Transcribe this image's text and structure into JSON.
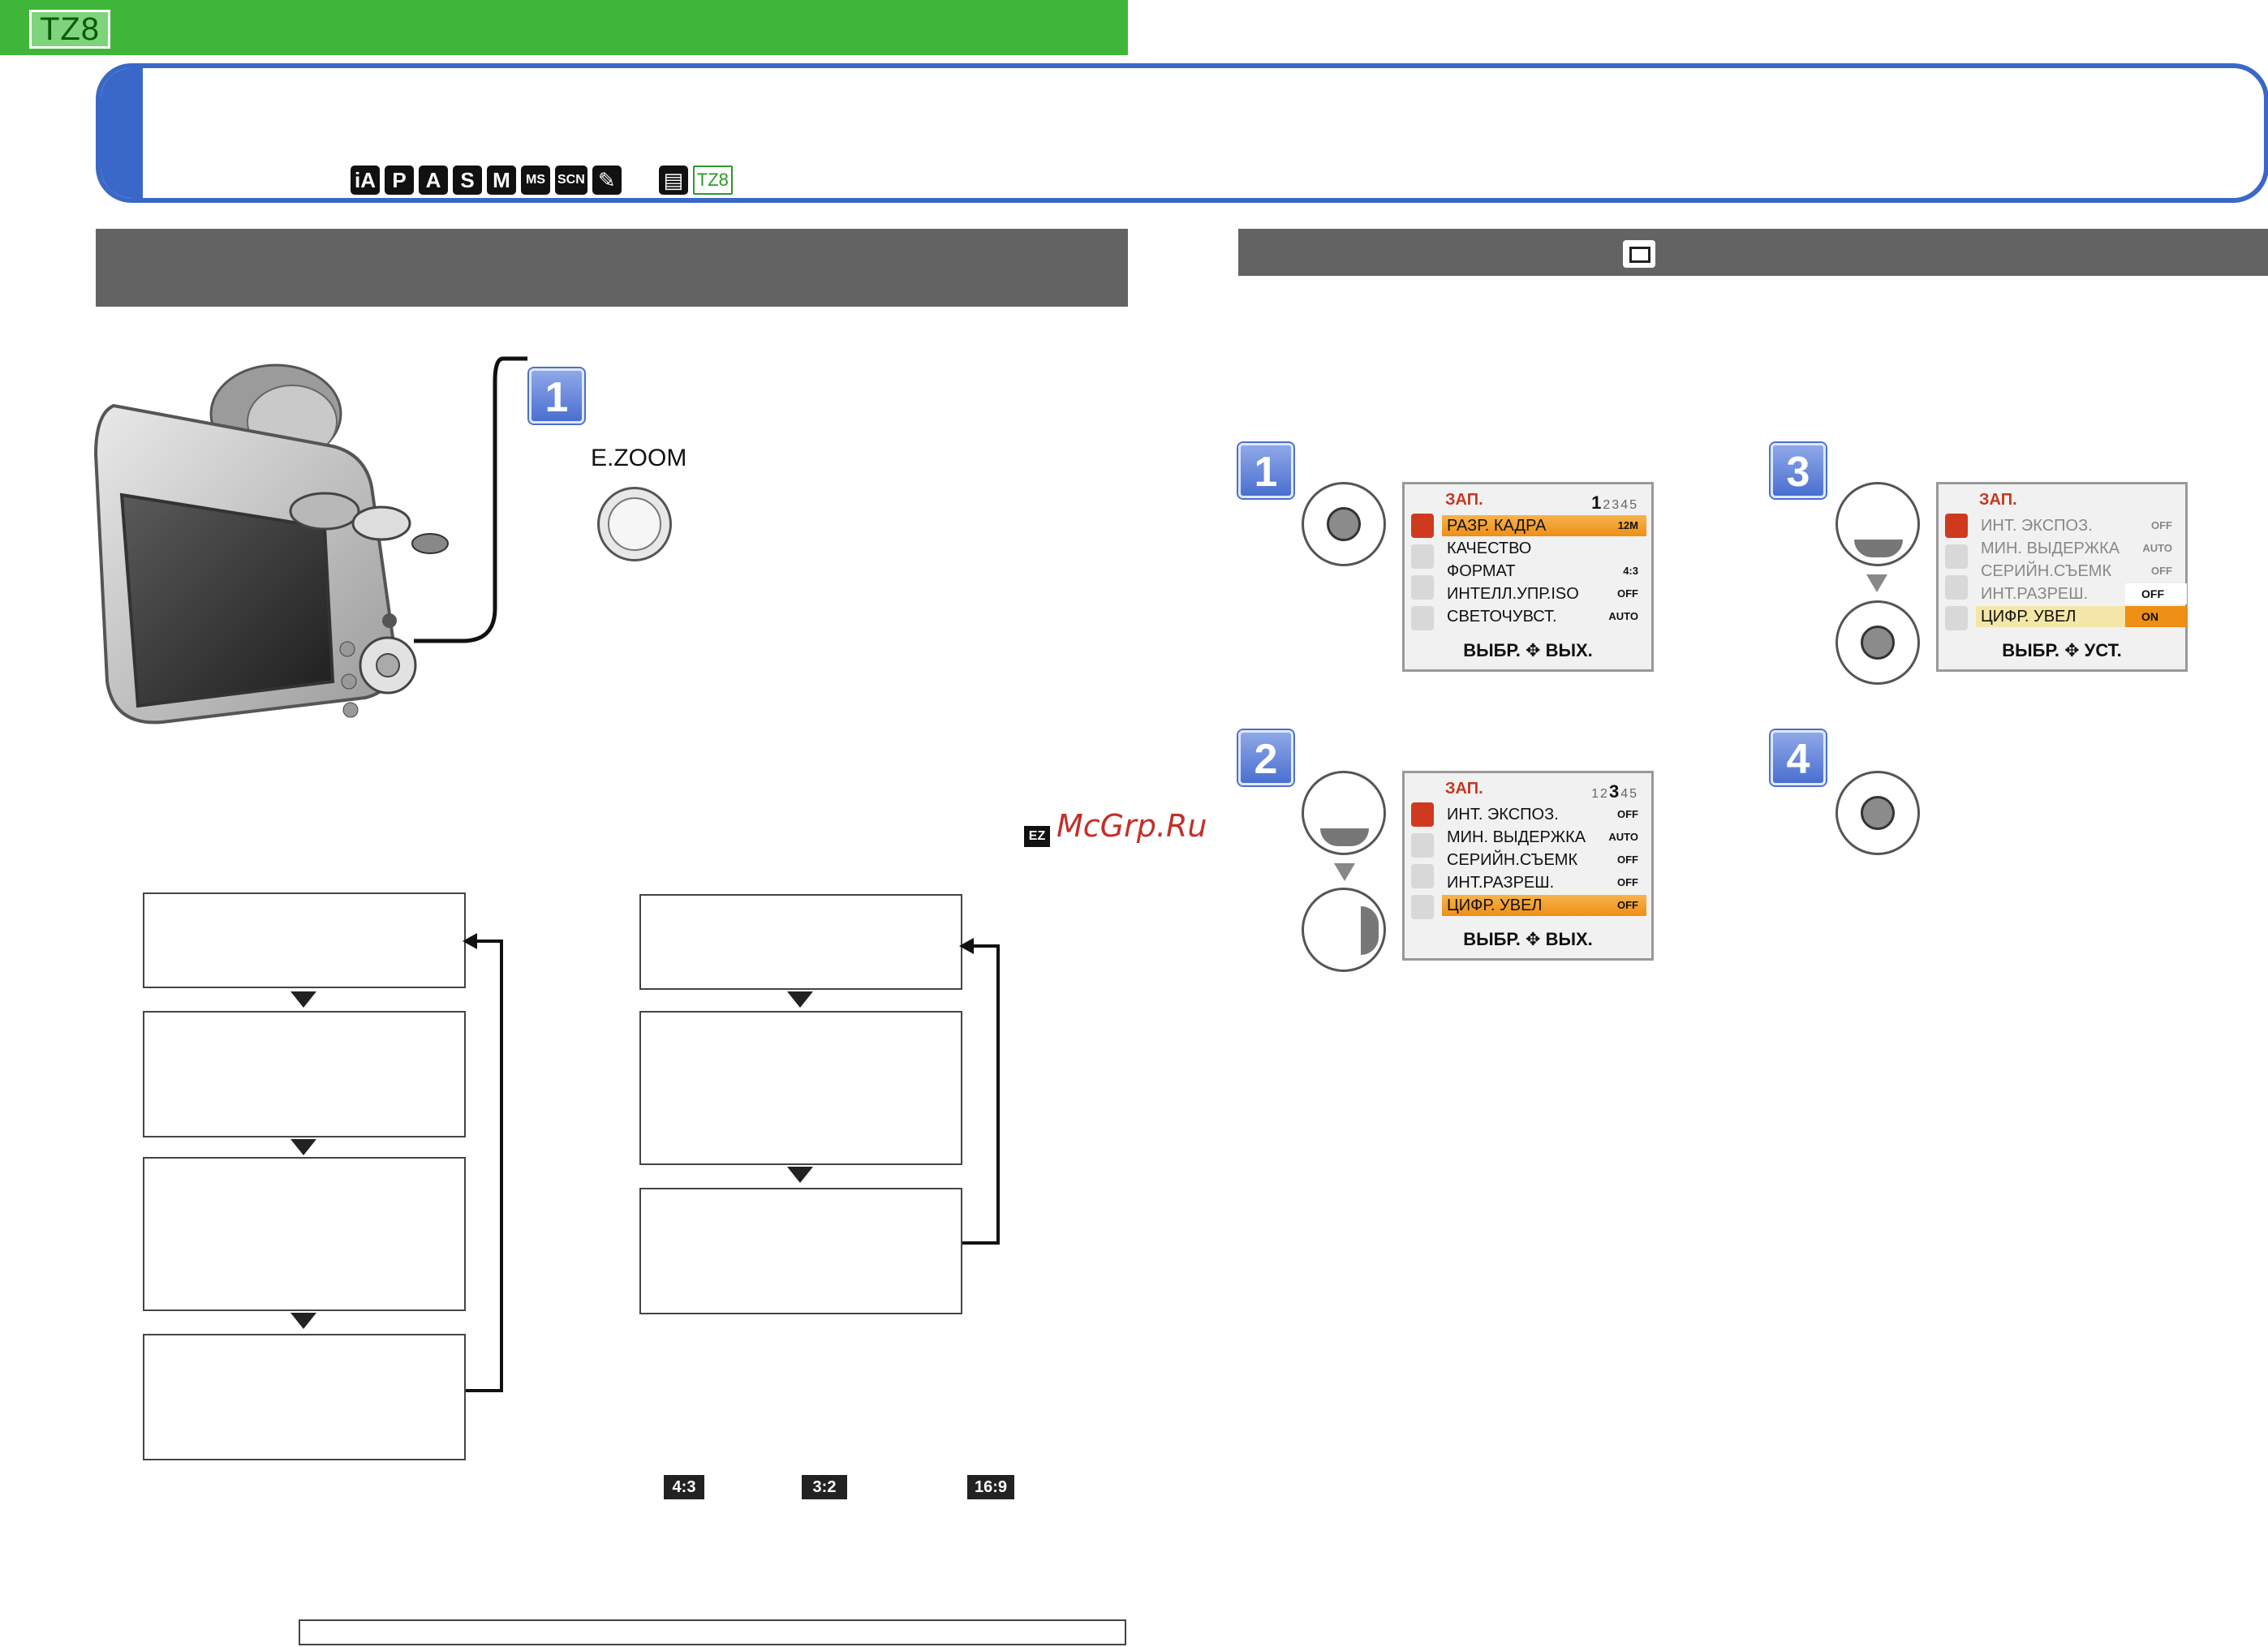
{
  "header": {
    "model_badge": "TZ8"
  },
  "modes": [
    "iA",
    "P",
    "A",
    "S",
    "M",
    "MS",
    "SCN",
    "✎",
    "▤",
    "TZ8"
  ],
  "left": {
    "step1_number": "1",
    "ezoom_label": "E.ZOOM",
    "aspect_tags": [
      "4:3",
      "3:2",
      "16:9"
    ]
  },
  "right": {
    "steps": [
      "1",
      "2",
      "3",
      "4"
    ],
    "menu1": {
      "title": "ЗАП.",
      "page": [
        "1",
        "2345"
      ],
      "rows": [
        {
          "label": "РАЗР. КАДРА",
          "value": "12M",
          "selected": true
        },
        {
          "label": "КАЧЕСТВО",
          "value": "",
          "selected": false
        },
        {
          "label": "ФОРМАТ",
          "value": "4:3",
          "selected": false
        },
        {
          "label": "ИНТЕЛЛ.УПР.ISO",
          "value": "OFF",
          "selected": false
        },
        {
          "label": "СВЕТОЧУВСТ.",
          "value": "AUTO",
          "selected": false
        }
      ],
      "footer": "ВЫБР. ✥ ВЫХ."
    },
    "menu2": {
      "title": "ЗАП.",
      "page": [
        "12",
        "3",
        "45"
      ],
      "rows": [
        {
          "label": "ИНТ. ЭКСПОЗ.",
          "value": "OFF",
          "selected": false
        },
        {
          "label": "МИН. ВЫДЕРЖКА",
          "value": "AUTO",
          "selected": false
        },
        {
          "label": "СЕРИЙН.СЪЕМК",
          "value": "OFF",
          "selected": false
        },
        {
          "label": "ИНТ.РАЗРЕШ.",
          "value": "OFF",
          "selected": false
        },
        {
          "label": "ЦИФР. УВЕЛ",
          "value": "OFF",
          "selected": true
        }
      ],
      "footer": "ВЫБР. ✥ ВЫХ."
    },
    "menu3": {
      "title": "ЗАП.",
      "rows": [
        {
          "label": "ИНТ. ЭКСПОЗ.",
          "value": "OFF",
          "selected": false
        },
        {
          "label": "МИН. ВЫДЕРЖКА",
          "value": "AUTO",
          "selected": false
        },
        {
          "label": "СЕРИЙН.СЪЕМК",
          "value": "OFF",
          "selected": false
        },
        {
          "label": "ИНТ.РАЗРЕШ.",
          "value": "",
          "selected": false
        },
        {
          "label": "ЦИФР. УВЕЛ",
          "value": "",
          "selected": true
        }
      ],
      "options": [
        "OFF",
        "ON"
      ],
      "footer": "ВЫБР. ✥ УСТ."
    }
  },
  "watermark": {
    "icon": "EZ",
    "text": "McGrp.Ru"
  }
}
